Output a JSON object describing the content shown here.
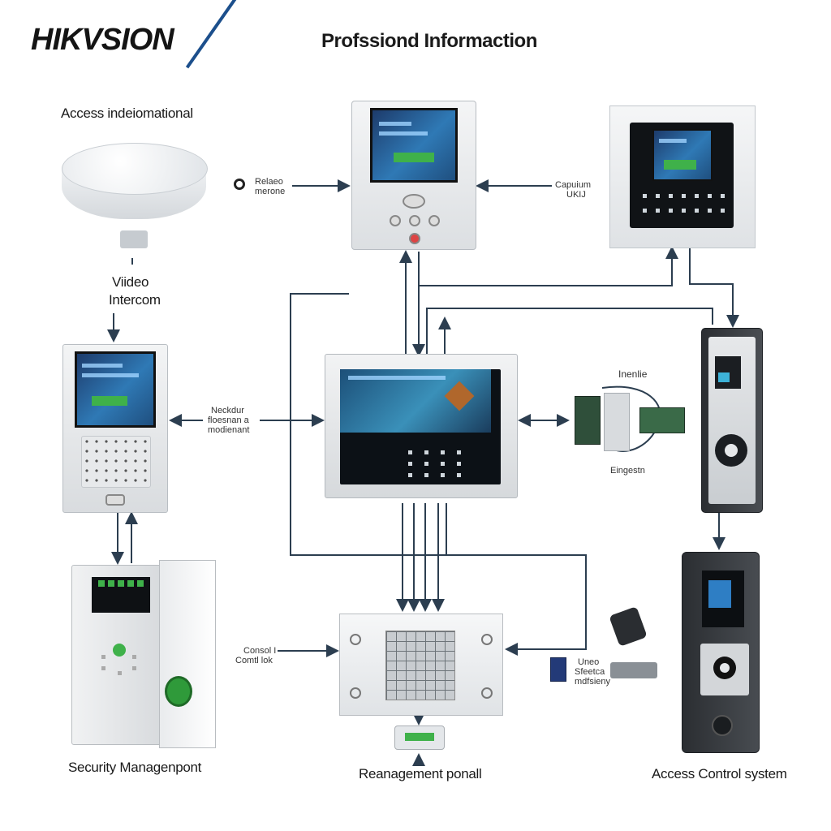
{
  "header": {
    "brand": "HIKVSION",
    "title": "Profssiond Informaction"
  },
  "labels": {
    "access_indeiomational": "Access indeiomational",
    "video_line1": "Viideo",
    "video_line2": "Intercom",
    "relaeo_line1": "Relaeo",
    "relaeo_line2": "merone",
    "capuium_line1": "Capuium",
    "capuium_line2": "UKIJ",
    "center_left_line1": "Neckdur",
    "center_left_line2": "floesnan a",
    "center_left_line3": "modienant",
    "inenlie": "Inenlie",
    "eingestn": "Eingestn",
    "consol_line1": "Consol I",
    "consol_line2": "Comtl lok",
    "uneo_line1": "Uneo",
    "uneo_line2": "Sfeetca",
    "uneo_line3": "mdfsieny",
    "security": "Security Managenpont",
    "reanagement": "Reanagement ponall",
    "access_control": "Access Control system"
  },
  "colors": {
    "wire": "#2c3e50",
    "accent": "#1c4f8c",
    "device": "#eceef0"
  }
}
